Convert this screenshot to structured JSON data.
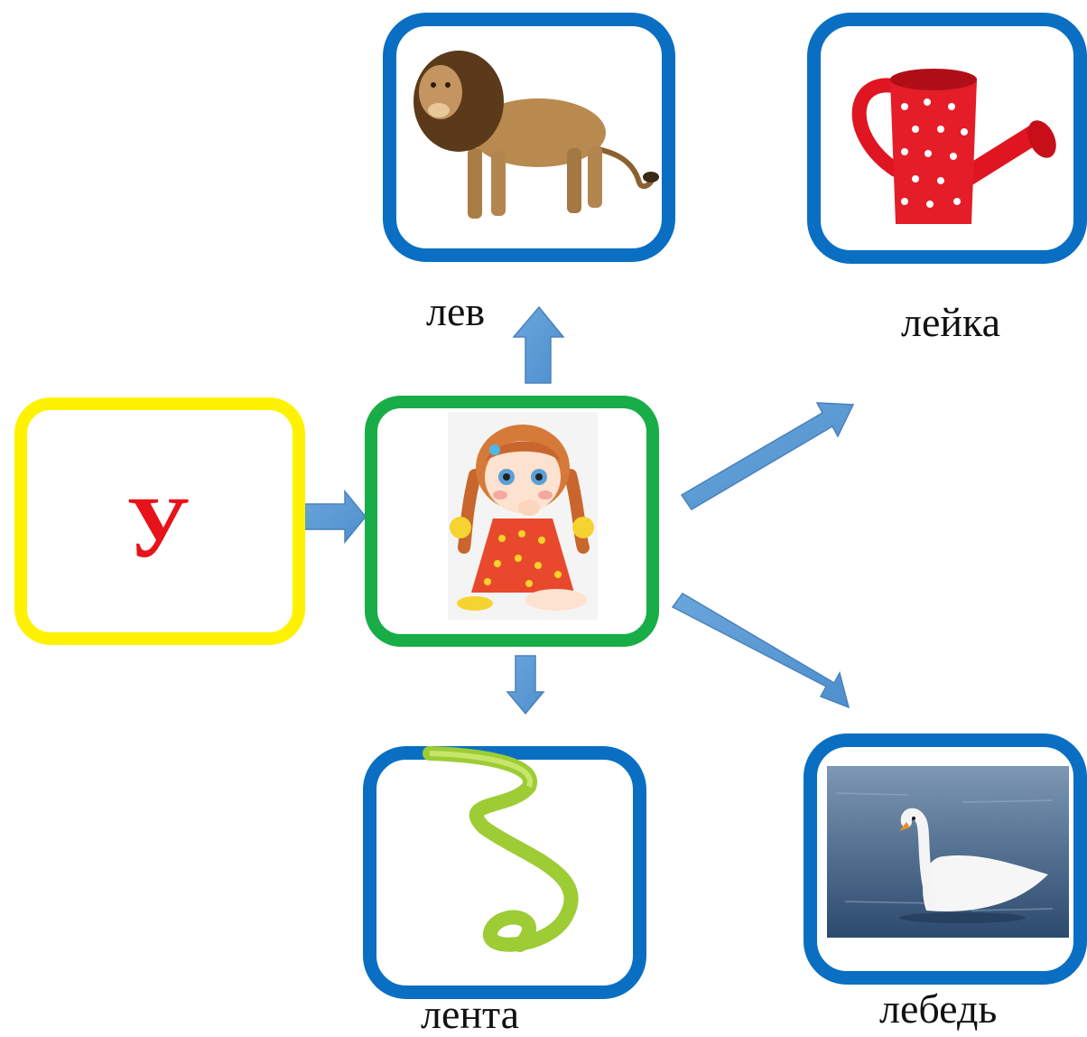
{
  "letter": "У",
  "center": {
    "image": "girl-picture"
  },
  "items": [
    {
      "label": "лев",
      "image": "lion-picture"
    },
    {
      "label": "лейка",
      "image": "watering-can-picture"
    },
    {
      "label": "лента",
      "image": "ribbon-picture"
    },
    {
      "label": "лебедь",
      "image": "swan-picture"
    }
  ],
  "colors": {
    "item_border": "#0a6fc2",
    "center_border": "#18ad46",
    "letter_border": "#fff200",
    "letter_color": "#e8121a",
    "arrow_fill": "#5b9bd5"
  }
}
